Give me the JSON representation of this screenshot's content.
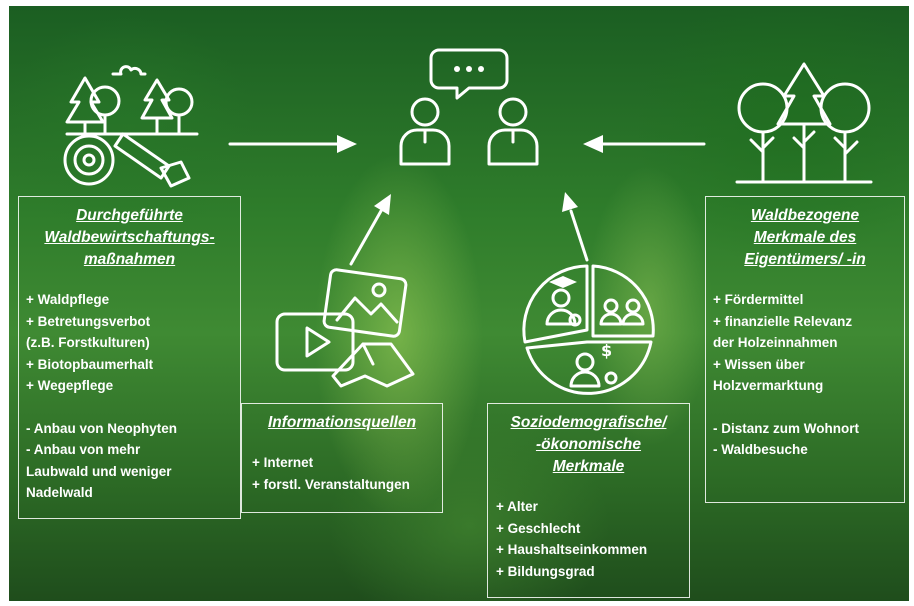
{
  "boxes": {
    "management": {
      "title": [
        "Durchgeführte",
        "Waldbewirtschaftungs-",
        "maßnahmen"
      ],
      "items": [
        "+ Waldpflege",
        "+ Betretungsverbot",
        "(z.B. Forstkulturen)",
        "+ Biotopbaumerhalt",
        "+ Wegepflege",
        "",
        "- Anbau von Neophyten",
        "- Anbau von mehr",
        "Laubwald und weniger",
        "Nadelwald"
      ]
    },
    "information": {
      "title": [
        "Informationsquellen"
      ],
      "items": [
        "+ Internet",
        "+ forstl. Veranstaltungen"
      ]
    },
    "sociodemographic": {
      "title": [
        "Soziodemografische/",
        "-ökonomische",
        "Merkmale"
      ],
      "items": [
        "+ Alter",
        "+ Geschlecht",
        "+ Haushaltseinkommen",
        "+ Bildungsgrad"
      ]
    },
    "owner": {
      "title": [
        "Waldbezogene",
        "Merkmale des",
        "Eigentümers/ -in"
      ],
      "items": [
        "+ Fördermittel",
        "+ finanzielle Relevanz",
        "der Holzeinnahmen",
        "+ Wissen über",
        "Holzvermarktung",
        "",
        "- Distanz zum Wohnort",
        "- Waldbesuche"
      ]
    }
  },
  "icons": {
    "center": "people-conversation-icon",
    "left": "forestry-saw-icon",
    "right": "trees-icon",
    "media": "media-icon",
    "pie": "sociodemographic-pie-icon"
  }
}
